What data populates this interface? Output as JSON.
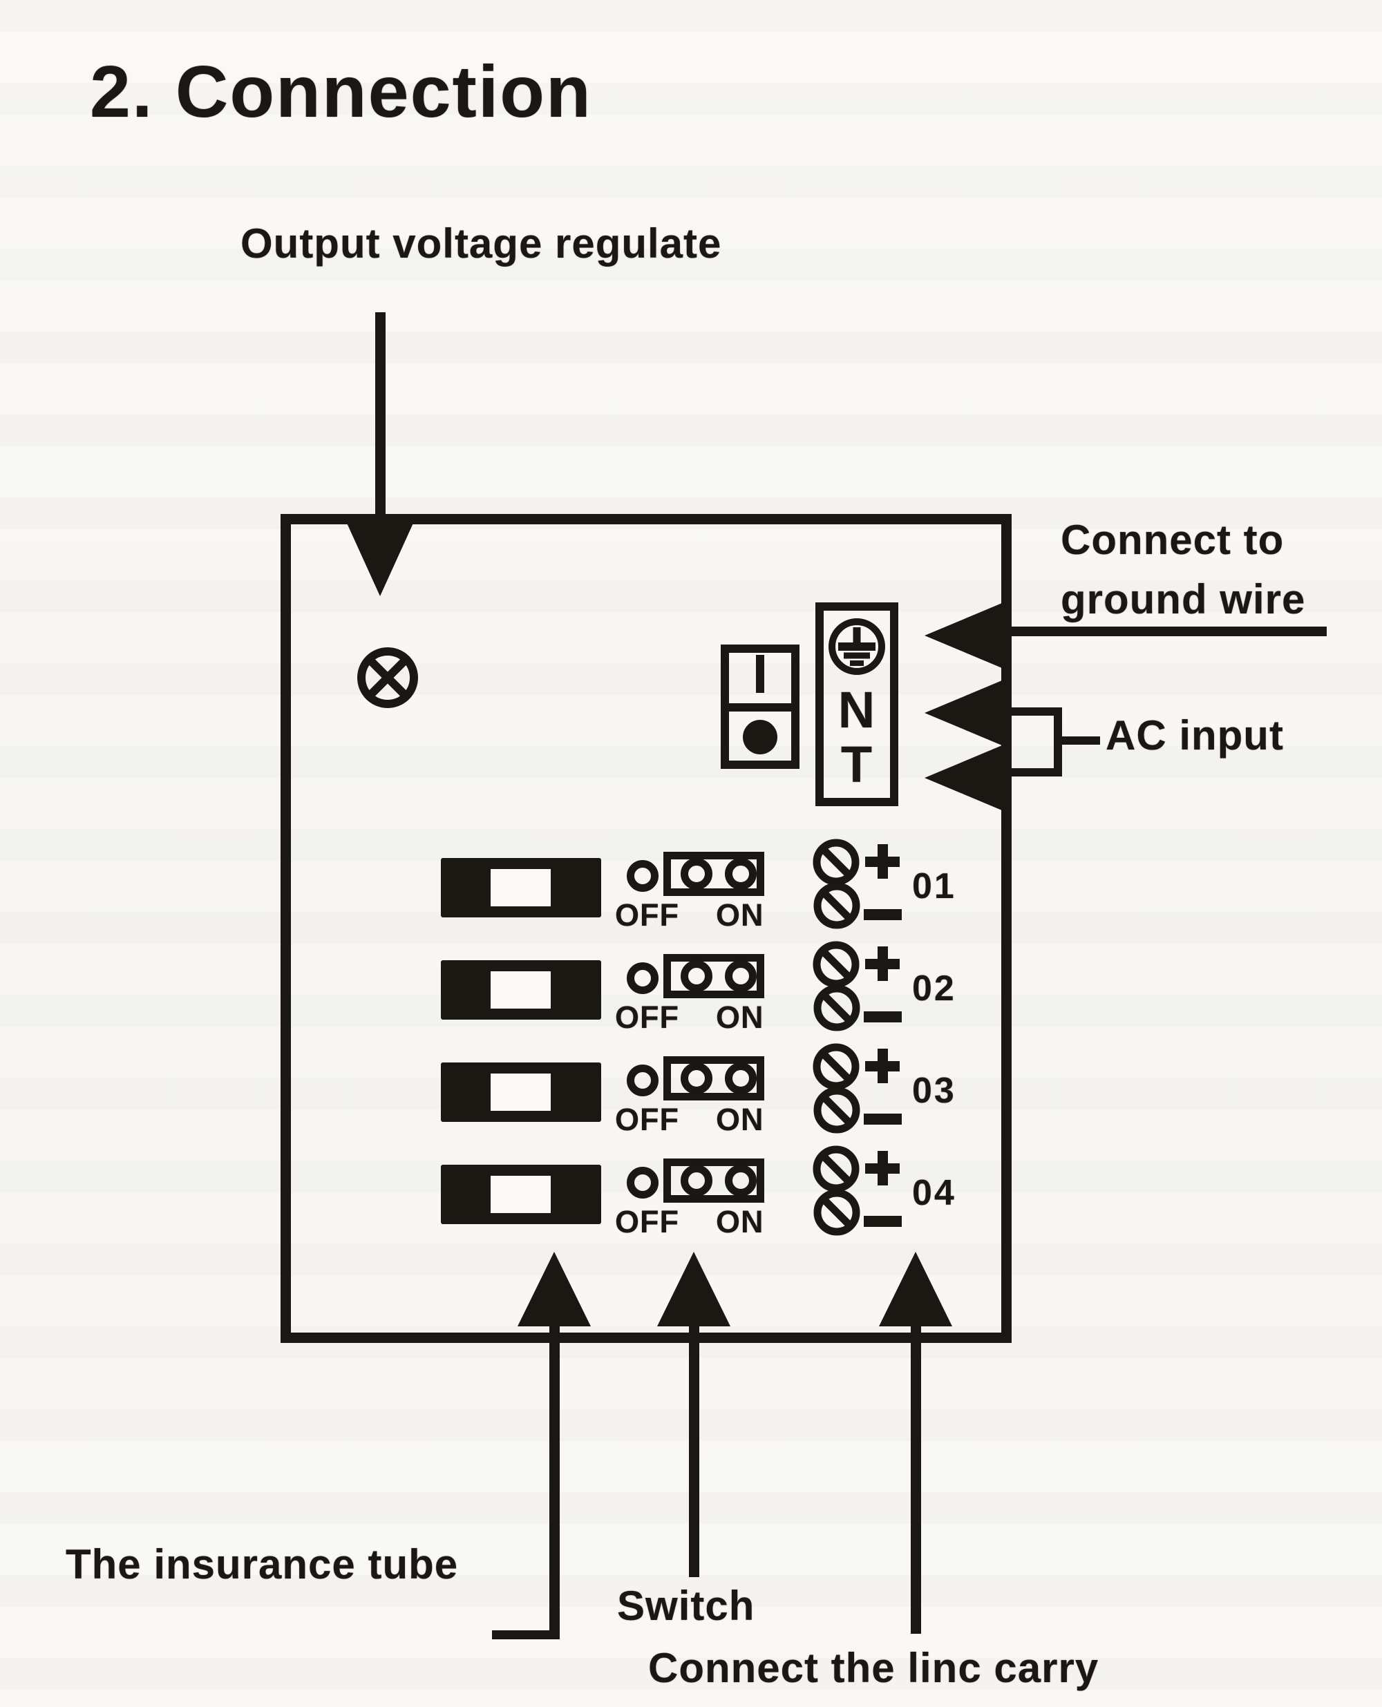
{
  "page": {
    "background": "#f8f7f4",
    "ink": "#1b1713"
  },
  "title": "2. Connection",
  "labels": {
    "output_voltage": "Output voltage regulate",
    "ground_line1": "Connect to",
    "ground_line2": "ground wire",
    "ac_input": "AC input",
    "insurance_tube": "The insurance tube",
    "switch_label": "Switch",
    "connect_linc": "Connect the linc carry"
  },
  "power_switch": {
    "on_mark": "I",
    "off_mark": "dot"
  },
  "terminal_block": {
    "letter_top": "N",
    "letter_bottom": "T"
  },
  "channels": [
    {
      "number": "01",
      "off": "OFF",
      "on": "ON",
      "plus": "+",
      "minus": "−"
    },
    {
      "number": "02",
      "off": "OFF",
      "on": "ON",
      "plus": "+",
      "minus": "−"
    },
    {
      "number": "03",
      "off": "OFF",
      "on": "ON",
      "plus": "+",
      "minus": "−"
    },
    {
      "number": "04",
      "off": "OFF",
      "on": "ON",
      "plus": "+",
      "minus": "−"
    }
  ]
}
